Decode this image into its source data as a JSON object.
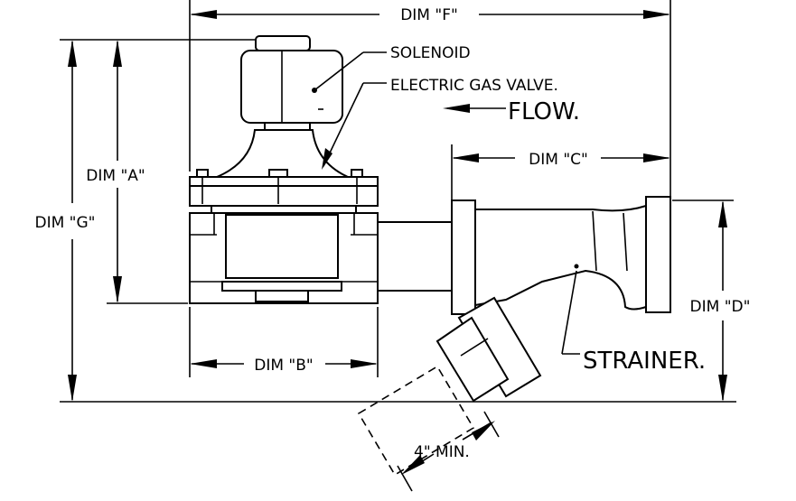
{
  "labels": {
    "dim_f": "DIM \"F\"",
    "dim_a": "DIM \"A\"",
    "dim_g": "DIM \"G\"",
    "dim_b": "DIM \"B\"",
    "dim_c": "DIM \"C\"",
    "dim_d": "DIM \"D\"",
    "solenoid": "SOLENOID",
    "electric_gas_valve": "ELECTRIC GAS VALVE.",
    "flow": "FLOW.",
    "strainer": "STRAINER.",
    "min_clearance": "4\" MIN."
  }
}
